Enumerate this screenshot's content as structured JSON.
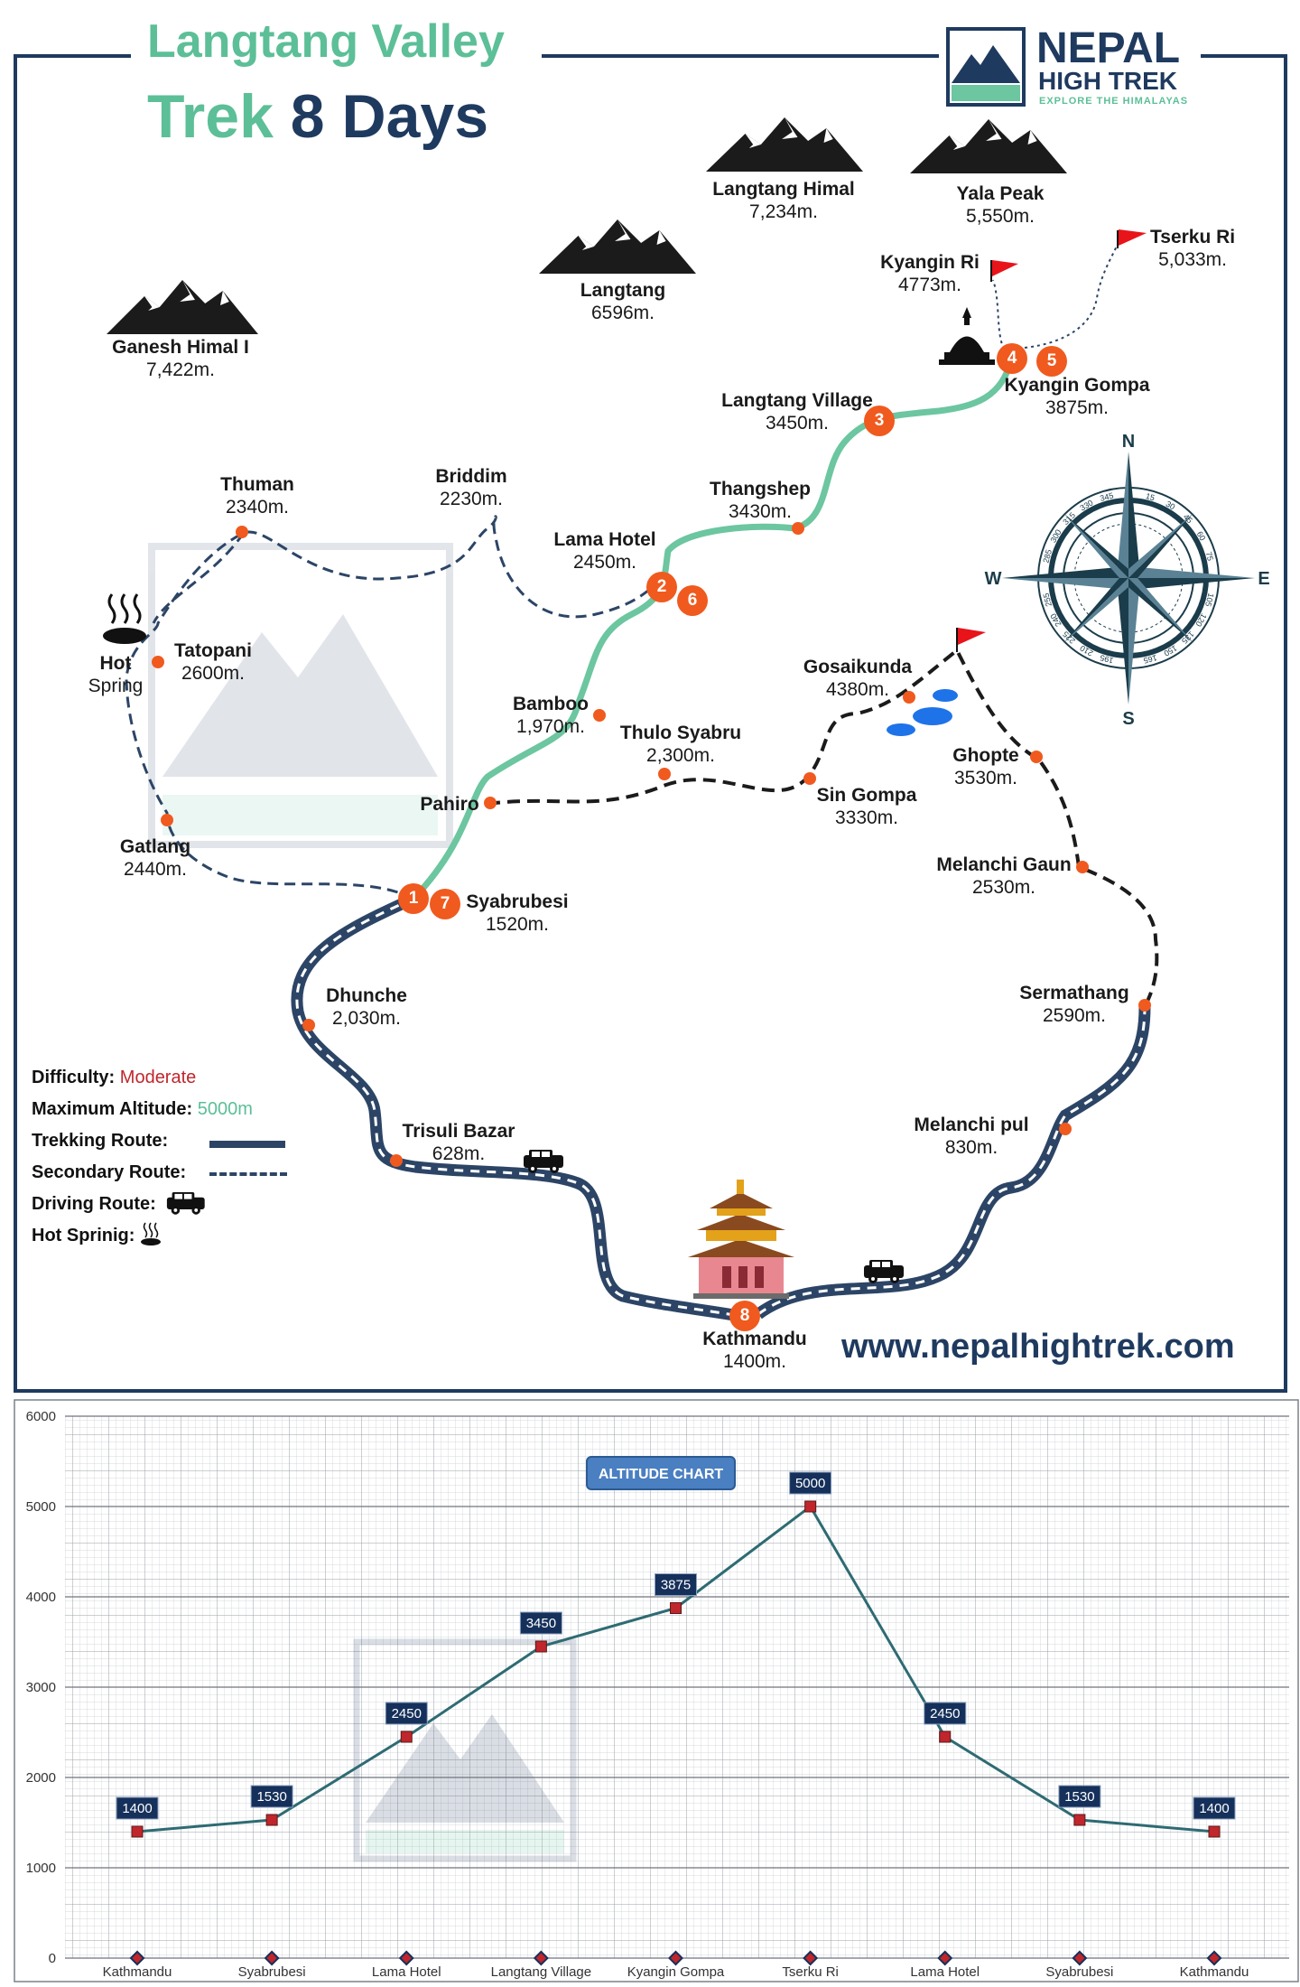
{
  "header": {
    "title_line1": "Langtang Valley",
    "title_trek": "Trek",
    "title_days": "8 Days",
    "brand_name": "NEPAL",
    "brand_sub": "HIGH TREK",
    "brand_tagline": "EXPLORE THE HIMALAYAS",
    "website": "www.nepalhightrek.com"
  },
  "colors": {
    "frame": "#1f3a5f",
    "title_green": "#5cbf97",
    "title_navy": "#1f3a5f",
    "trek_route": "#6cc6a0",
    "drive_road": "#2c4566",
    "stop_marker": "#f05a1e",
    "moderate_red": "#c0262c",
    "altitude_green": "#5cbf97",
    "lake_blue": "#1e73e8",
    "flag_red": "#e8141a",
    "chart_line": "#2e6b73"
  },
  "peaks": [
    {
      "name": "Ganesh Himal I",
      "alt": "7,422m."
    },
    {
      "name": "Langtang",
      "alt": "6596m."
    },
    {
      "name": "Langtang Himal",
      "alt": "7,234m."
    },
    {
      "name": "Yala Peak",
      "alt": "5,550m."
    },
    {
      "name": "Kyangin Ri",
      "alt": "4773m."
    },
    {
      "name": "Tserku Ri",
      "alt": "5,033m."
    }
  ],
  "places": [
    {
      "name": "Kyangin Gompa",
      "alt": "3875m."
    },
    {
      "name": "Langtang Village",
      "alt": "3450m."
    },
    {
      "name": "Thangshep",
      "alt": "3430m."
    },
    {
      "name": "Lama Hotel",
      "alt": "2450m."
    },
    {
      "name": "Briddim",
      "alt": "2230m."
    },
    {
      "name": "Thuman",
      "alt": "2340m."
    },
    {
      "name": "Tatopani",
      "alt": "2600m."
    },
    {
      "name": "Bamboo",
      "alt": "1,970m."
    },
    {
      "name": "Thulo Syabru",
      "alt": "2,300m."
    },
    {
      "name": "Gosaikunda",
      "alt": "4380m."
    },
    {
      "name": "Ghopte",
      "alt": "3530m."
    },
    {
      "name": "Sin Gompa",
      "alt": "3330m."
    },
    {
      "name": "Pahiro",
      "alt": ""
    },
    {
      "name": "Gatlang",
      "alt": "2440m."
    },
    {
      "name": "Syabrubesi",
      "alt": "1520m."
    },
    {
      "name": "Melanchi Gaun",
      "alt": "2530m."
    },
    {
      "name": "Dhunche",
      "alt": "2,030m."
    },
    {
      "name": "Sermathang",
      "alt": "2590m."
    },
    {
      "name": "Trisuli Bazar",
      "alt": "628m."
    },
    {
      "name": "Melanchi pul",
      "alt": "830m."
    },
    {
      "name": "Kathmandu",
      "alt": "1400m."
    }
  ],
  "hot_spring_label": "Hot",
  "hot_spring_label2": "Spring",
  "stops": [
    "1",
    "2",
    "3",
    "4",
    "5",
    "6",
    "7",
    "8"
  ],
  "compass": {
    "n": "N",
    "s": "S",
    "e": "E",
    "w": "W",
    "degrees": [
      "15",
      "30",
      "45",
      "60",
      "75",
      "105",
      "120",
      "135",
      "150",
      "165",
      "195",
      "210",
      "225",
      "240",
      "255",
      "285",
      "300",
      "315",
      "330",
      "345"
    ]
  },
  "legend": {
    "difficulty_label": "Difficulty:",
    "difficulty_value": "Moderate",
    "max_alt_label": "Maximum Altitude:",
    "max_alt_value": "5000m",
    "trekking": "Trekking Route:",
    "secondary": "Secondary Route:",
    "driving": "Driving Route:",
    "hot_spring": "Hot Sprinig:"
  },
  "chart_data": {
    "type": "line",
    "title": "ALTITUDE CHART",
    "categories": [
      "Kathmandu",
      "Syabrubesi",
      "Lama Hotel",
      "Langtang Village",
      "Kyangin Gompa",
      "Tserku Ri",
      "Lama Hotel",
      "Syabrubesi",
      "Kathmandu"
    ],
    "values": [
      1400,
      1530,
      2450,
      3450,
      3875,
      5000,
      2450,
      1530,
      1400
    ],
    "ylim": [
      0,
      6000
    ],
    "yticks": [
      0,
      1000,
      2000,
      3000,
      4000,
      5000,
      6000
    ],
    "grid": true
  }
}
